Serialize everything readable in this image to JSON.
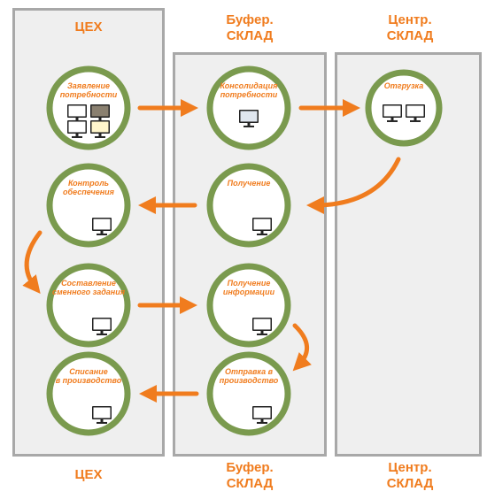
{
  "lanes": {
    "workshop": {
      "top_label": "ЦЕХ",
      "bottom_label": "ЦЕХ"
    },
    "buffer": {
      "top_label": "Буфер.\nСКЛАД",
      "bottom_label": "Буфер.\nСКЛАД"
    },
    "central": {
      "top_label": "Центр.\nСКЛАД",
      "bottom_label": "Центр.\nСКЛАД"
    }
  },
  "nodes": [
    {
      "id": "node-request-parts",
      "lines": [
        "Заявление",
        "потребности"
      ],
      "monitors": 4
    },
    {
      "id": "node-buffer-need",
      "lines": [
        "Консолидация",
        "потребности"
      ],
      "monitors": 1
    },
    {
      "id": "node-shipment",
      "lines": [
        "Отгрузка"
      ],
      "monitors": 2
    },
    {
      "id": "node-supply-control",
      "lines": [
        "Контроль",
        "обеспечения"
      ],
      "monitors": 1
    },
    {
      "id": "node-receiving",
      "lines": [
        "Получение"
      ],
      "monitors": 1
    },
    {
      "id": "node-compile-requests",
      "lines": [
        "Составление",
        "сменного задания"
      ],
      "monitors": 1
    },
    {
      "id": "node-receive-info",
      "lines": [
        "Получение",
        "информации"
      ],
      "monitors": 1
    },
    {
      "id": "node-write-off",
      "lines": [
        "Списание",
        "в производство"
      ],
      "monitors": 1
    },
    {
      "id": "node-send-production",
      "lines": [
        "Отправка в",
        "производство"
      ],
      "monitors": 1
    }
  ],
  "colors": {
    "lane_fill": "#efefef",
    "lane_border": "#a8a8a8",
    "node_ring": "#7a9a4e",
    "arrow": "#f07c1e",
    "label": "#f07c1e"
  }
}
